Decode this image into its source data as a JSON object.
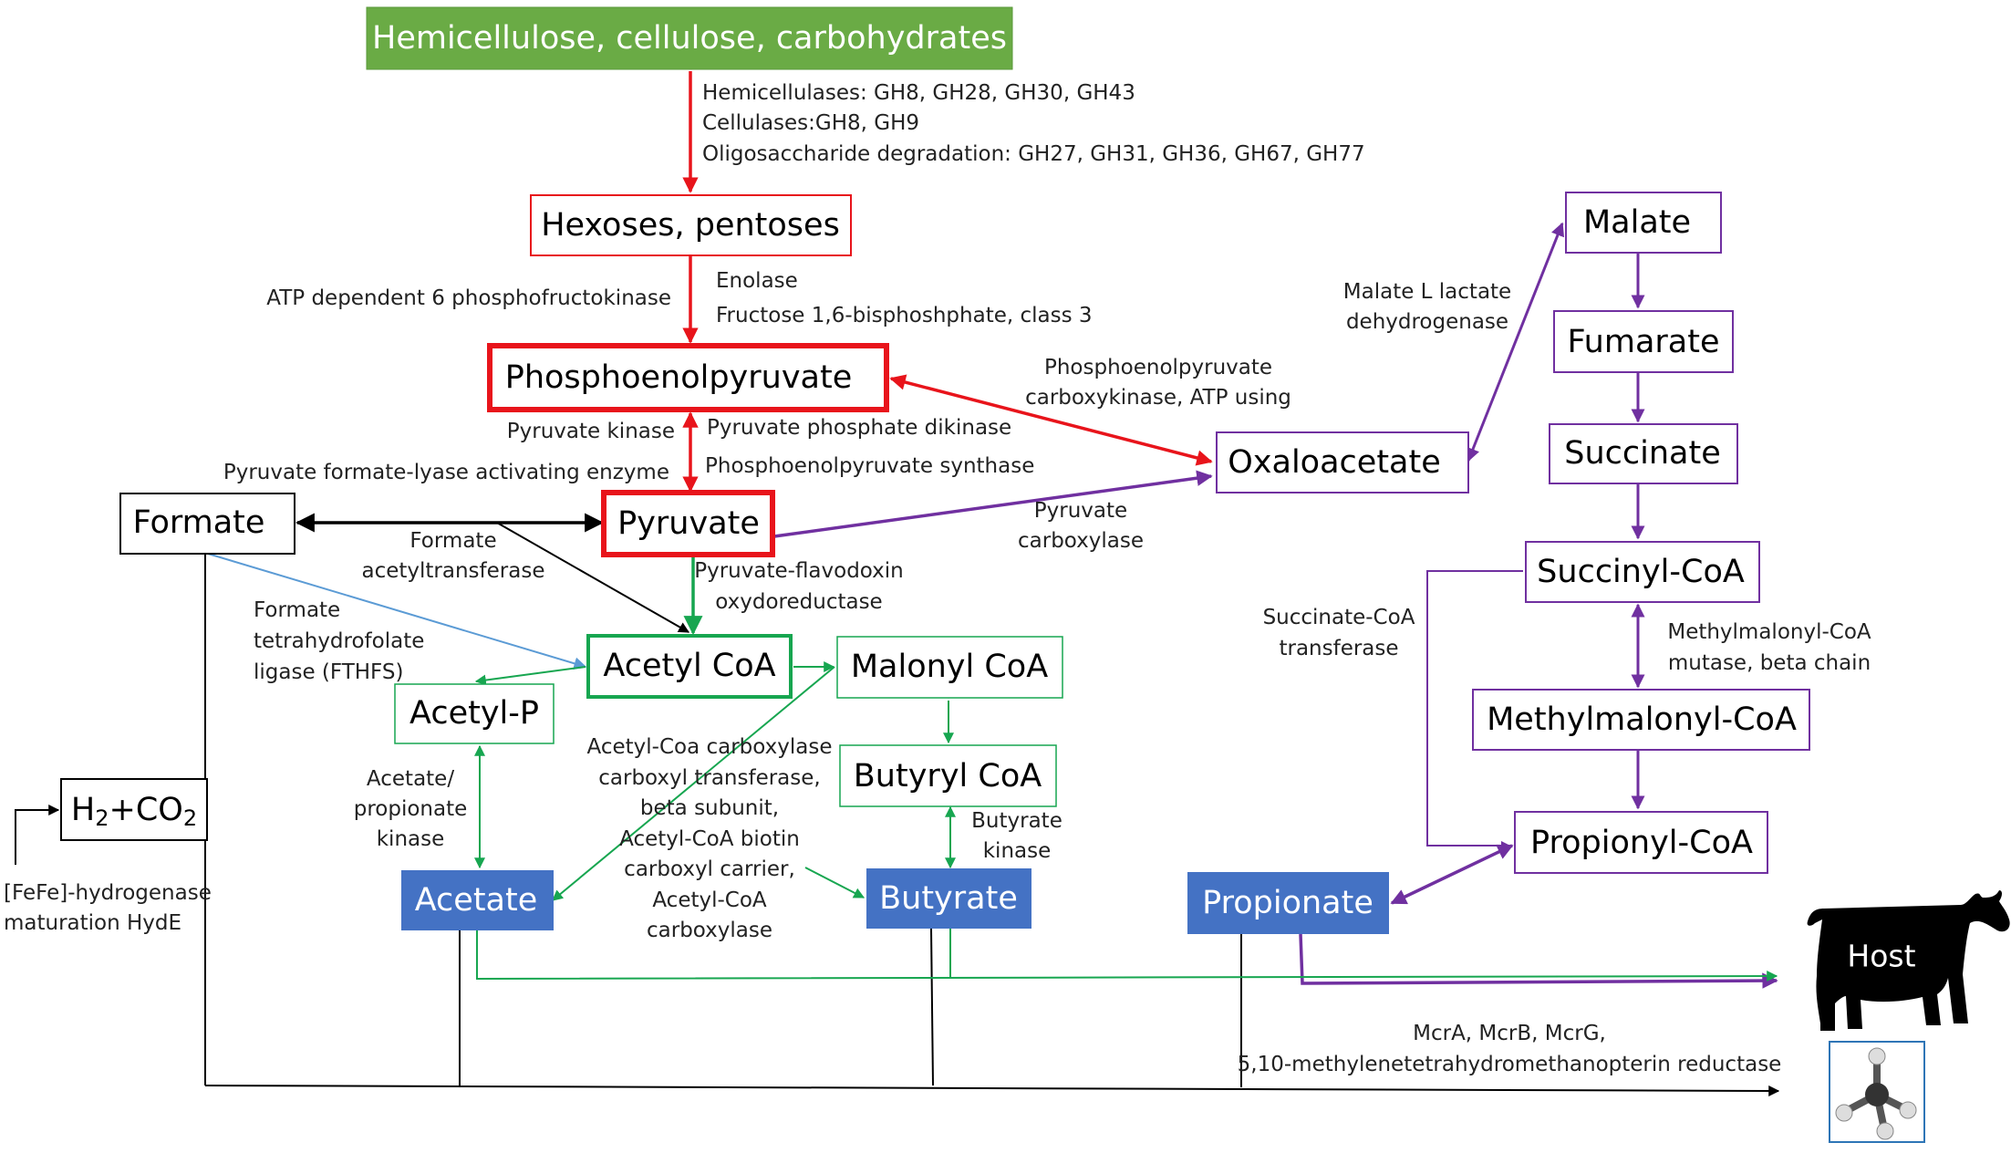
{
  "colors": {
    "red": "#e8141b",
    "green": "#17a650",
    "purple": "#7030a0",
    "black": "#000000",
    "blue_line": "#5b9bd5",
    "green_fill": "#6aab45",
    "blue_fill": "#4472c4"
  },
  "nodes": {
    "carbohydrates": "Hemicellulose, cellulose, carbohydrates",
    "hexoses": "Hexoses, pentoses",
    "pep": "Phosphoenolpyruvate",
    "pyruvate": "Pyruvate",
    "formate": "Formate",
    "oxaloacetate": "Oxaloacetate",
    "malate": "Malate",
    "fumarate": "Fumarate",
    "succinate": "Succinate",
    "succinyl_coa": "Succinyl-CoA",
    "methylmalonyl_coa": "Methylmalonyl-CoA",
    "propionyl_coa": "Propionyl-CoA",
    "acetyl_coa": "Acetyl CoA",
    "malonyl_coa": "Malonyl CoA",
    "acetyl_p": "Acetyl-P",
    "butyryl_coa": "Butyryl CoA",
    "h2co2_main": "H",
    "h2co2_sub1": "2",
    "h2co2_mid": "+CO",
    "h2co2_sub2": "2",
    "acetate": "Acetate",
    "butyrate": "Butyrate",
    "propionate": "Propionate",
    "host": "Host"
  },
  "enzymes": {
    "hemicellulases": "Hemicellulases: GH8, GH28, GH30, GH43",
    "cellulases": "Cellulases:GH8, GH9",
    "oligosaccharide": "Oligosaccharide degradation: GH27, GH31, GH36, GH67, GH77",
    "atp_pfk": "ATP dependent 6 phosphofructokinase",
    "enolase": "Enolase",
    "fructose_bp": "Fructose 1,6-bisphoshphate, class 3",
    "pep_ck_1": "Phosphoenolpyruvate",
    "pep_ck_2": "carboxykinase, ATP using",
    "malate_dh_1": "Malate L lactate",
    "malate_dh_2": "dehydrogenase",
    "pyruvate_kinase": "Pyruvate kinase",
    "pyr_phos_dikinase": "Pyruvate phosphate dikinase",
    "pep_synthase": "Phosphoenolpyruvate  synthase",
    "pfl_activating": "Pyruvate formate-lyase activating enzyme",
    "formate_acetyltransferase_1": "Formate",
    "formate_acetyltransferase_2": "acetyltransferase",
    "pyr_carboxylase_1": "Pyruvate",
    "pyr_carboxylase_2": "carboxylase",
    "pfor_1": "Pyruvate-flavodoxin",
    "pfor_2": "oxydoreductase",
    "fthfs_1": "Formate",
    "fthfs_2": "tetrahydrofolate",
    "fthfs_3": "ligase (FTHFS)",
    "succ_coa_transferase_1": "Succinate-CoA",
    "succ_coa_transferase_2": "transferase",
    "mm_mutase_1": "Methylmalonyl-CoA",
    "mm_mutase_2": "mutase, beta chain",
    "acetate_kinase_1": "Acetate/",
    "acetate_kinase_2": "propionate",
    "acetate_kinase_3": "kinase",
    "acc_1": "Acetyl-Coa carboxylase",
    "acc_2": "carboxyl transferase,",
    "acc_3": "beta subunit,",
    "acc_4": "Acetyl-CoA biotin",
    "acc_5": "carboxyl carrier,",
    "acc_6": "Acetyl-CoA",
    "acc_7": "carboxylase",
    "butyrate_kinase_1": "Butyrate",
    "butyrate_kinase_2": "kinase",
    "hyde_1": "[FeFe]-hydrogenase",
    "hyde_2": "maturation HydE",
    "mcr_1": "McrA, McrB, McrG,",
    "mcr_2": "5,10-methylenetetrahydromethanopterin  reductase"
  }
}
